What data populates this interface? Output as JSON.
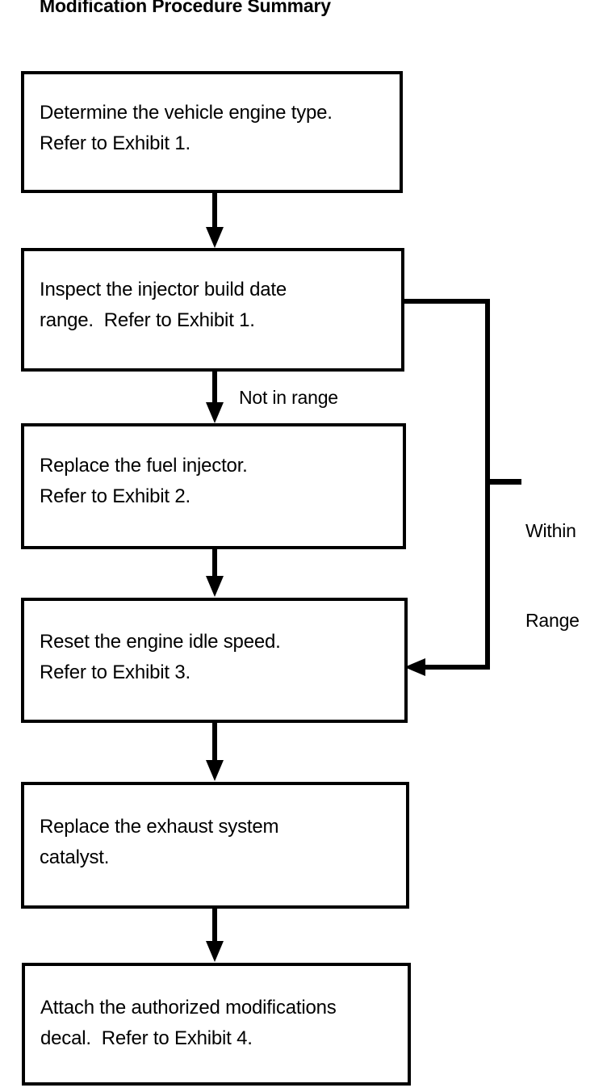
{
  "document": {
    "title": "Modification Procedure Summary",
    "type": "flowchart",
    "ink_color": "#000000",
    "background_color": "#ffffff"
  },
  "flowchart": {
    "nodes": [
      {
        "id": "step-1",
        "name": "determine-engine-type",
        "line1": "Determine the vehicle engine type.",
        "line2": "Refer to Exhibit 1."
      },
      {
        "id": "step-2",
        "name": "inspect-injector-build-date",
        "line1": "Inspect the injector build date",
        "line2": "range.  Refer to Exhibit 1."
      },
      {
        "id": "step-3",
        "name": "replace-fuel-injector",
        "line1": "Replace the fuel injector.",
        "line2": "Refer to Exhibit 2."
      },
      {
        "id": "step-4",
        "name": "reset-engine-idle-speed",
        "line1": "Reset the engine idle speed.",
        "line2": "Refer to Exhibit 3."
      },
      {
        "id": "step-5",
        "name": "replace-exhaust-catalyst",
        "line1": "Replace the exhaust system",
        "line2": "catalyst."
      },
      {
        "id": "step-6",
        "name": "attach-modifications-decal",
        "line1": "Attach the authorized modifications",
        "line2": "decal.  Refer to Exhibit 4."
      }
    ],
    "edge_labels": {
      "not_in_range": "Not in range",
      "within_range_line1": "Within",
      "within_range_line2": "Range"
    }
  }
}
